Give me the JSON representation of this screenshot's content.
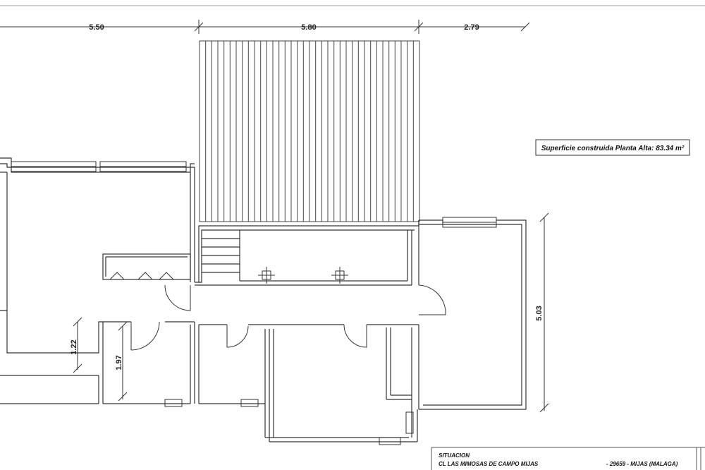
{
  "dimensions": {
    "top_left": "5.50",
    "top_middle": "5.80",
    "top_right": "2.79",
    "right_vertical": "5.03",
    "left_small": "1.22",
    "left_inner": "1.97"
  },
  "area_label": "Superficie construida Planta Alta: 83.34 m²",
  "title_block": {
    "heading": "SITUACION",
    "address": "CL LAS MIMOSAS DE CAMPO MIJAS",
    "postal": "- 29659 - MIJAS (MALAGA)"
  },
  "colors": {
    "line": "#333333",
    "light_line": "#777777"
  }
}
